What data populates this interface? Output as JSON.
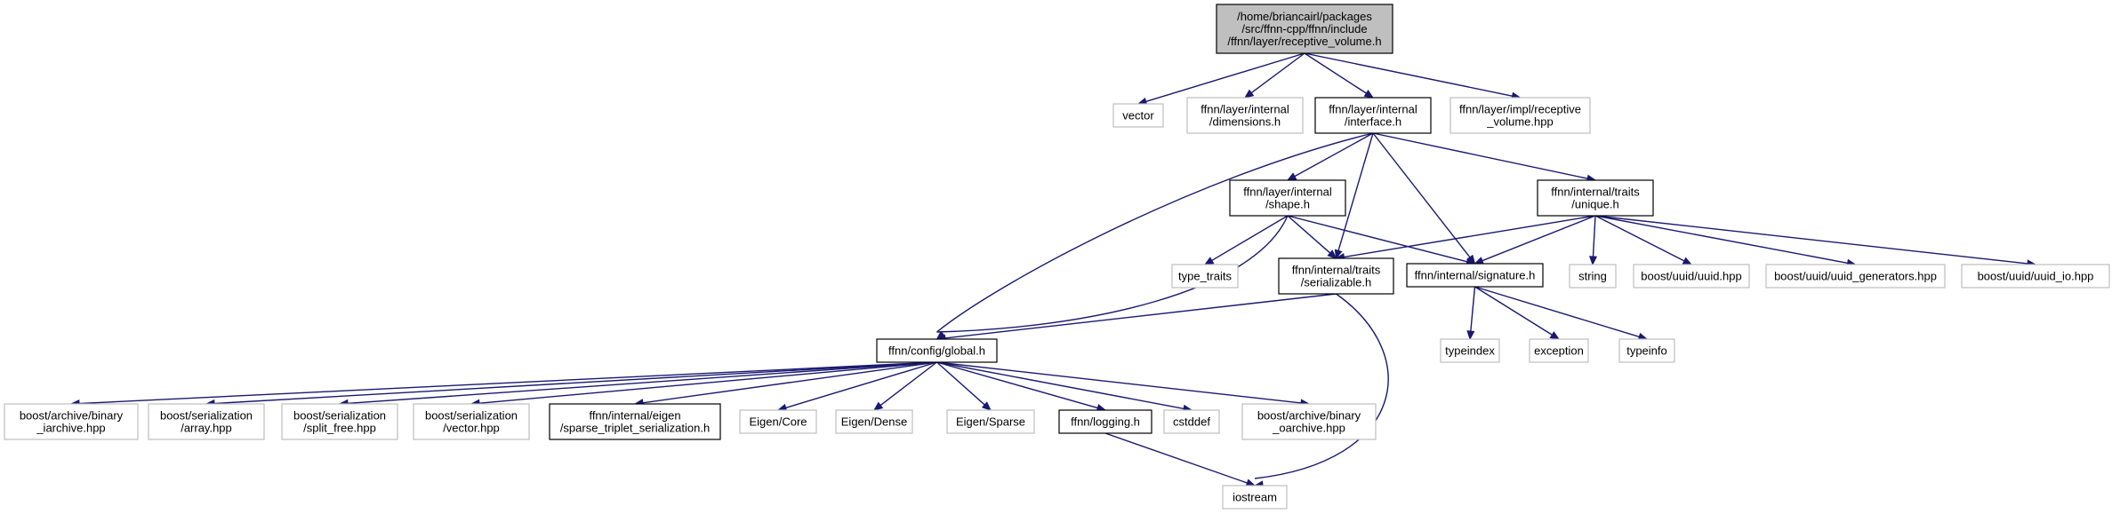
{
  "graph": {
    "title_lines": [
      "/home/briancairl/packages",
      "/src/ffnn-cpp/ffnn/include",
      "/ffnn/layer/receptive_volume.h"
    ],
    "colors": {
      "edge": "#191970",
      "root_fill": "#bfbfbf",
      "root_border": "#000000",
      "doc_border": "#000000",
      "ext_border": "#bfbfbf",
      "fill": "#ffffff"
    },
    "nodes": [
      {
        "id": "root",
        "kind": "root",
        "lines": [
          "/home/briancairl/packages",
          "/src/ffnn-cpp/ffnn/include",
          "/ffnn/layer/receptive_volume.h"
        ]
      },
      {
        "id": "vector",
        "kind": "ext",
        "lines": [
          "vector"
        ]
      },
      {
        "id": "dimensions",
        "kind": "ext",
        "lines": [
          "ffnn/layer/internal",
          "/dimensions.h"
        ]
      },
      {
        "id": "interface",
        "kind": "doc",
        "lines": [
          "ffnn/layer/internal",
          "/interface.h"
        ]
      },
      {
        "id": "rv_impl",
        "kind": "ext",
        "lines": [
          "ffnn/layer/impl/receptive",
          "_volume.hpp"
        ]
      },
      {
        "id": "shape",
        "kind": "doc",
        "lines": [
          "ffnn/layer/internal",
          "/shape.h"
        ]
      },
      {
        "id": "unique",
        "kind": "doc",
        "lines": [
          "ffnn/internal/traits",
          "/unique.h"
        ]
      },
      {
        "id": "type_traits",
        "kind": "ext",
        "lines": [
          "type_traits"
        ]
      },
      {
        "id": "serializable",
        "kind": "doc",
        "lines": [
          "ffnn/internal/traits",
          "/serializable.h"
        ]
      },
      {
        "id": "signature",
        "kind": "doc",
        "lines": [
          "ffnn/internal/signature.h"
        ]
      },
      {
        "id": "string",
        "kind": "ext",
        "lines": [
          "string"
        ]
      },
      {
        "id": "uuid",
        "kind": "ext",
        "lines": [
          "boost/uuid/uuid.hpp"
        ]
      },
      {
        "id": "uuid_gen",
        "kind": "ext",
        "lines": [
          "boost/uuid/uuid_generators.hpp"
        ]
      },
      {
        "id": "uuid_io",
        "kind": "ext",
        "lines": [
          "boost/uuid/uuid_io.hpp"
        ]
      },
      {
        "id": "global",
        "kind": "doc",
        "lines": [
          "ffnn/config/global.h"
        ]
      },
      {
        "id": "typeindex",
        "kind": "ext",
        "lines": [
          "typeindex"
        ]
      },
      {
        "id": "exception",
        "kind": "ext",
        "lines": [
          "exception"
        ]
      },
      {
        "id": "typeinfo",
        "kind": "ext",
        "lines": [
          "typeinfo"
        ]
      },
      {
        "id": "binary_iarchive",
        "kind": "ext",
        "lines": [
          "boost/archive/binary",
          "_iarchive.hpp"
        ]
      },
      {
        "id": "ser_array",
        "kind": "ext",
        "lines": [
          "boost/serialization",
          "/array.hpp"
        ]
      },
      {
        "id": "ser_split_free",
        "kind": "ext",
        "lines": [
          "boost/serialization",
          "/split_free.hpp"
        ]
      },
      {
        "id": "ser_vector",
        "kind": "ext",
        "lines": [
          "boost/serialization",
          "/vector.hpp"
        ]
      },
      {
        "id": "sparse_triplet",
        "kind": "doc",
        "lines": [
          "ffnn/internal/eigen",
          "/sparse_triplet_serialization.h"
        ]
      },
      {
        "id": "eigen_core",
        "kind": "ext",
        "lines": [
          "Eigen/Core"
        ]
      },
      {
        "id": "eigen_dense",
        "kind": "ext",
        "lines": [
          "Eigen/Dense"
        ]
      },
      {
        "id": "eigen_sparse",
        "kind": "ext",
        "lines": [
          "Eigen/Sparse"
        ]
      },
      {
        "id": "logging",
        "kind": "doc",
        "lines": [
          "ffnn/logging.h"
        ]
      },
      {
        "id": "cstddef",
        "kind": "ext",
        "lines": [
          "cstddef"
        ]
      },
      {
        "id": "binary_oarchive",
        "kind": "ext",
        "lines": [
          "boost/archive/binary",
          "_oarchive.hpp"
        ]
      },
      {
        "id": "iostream",
        "kind": "ext",
        "lines": [
          "iostream"
        ]
      }
    ],
    "edges": [
      [
        "root",
        "vector"
      ],
      [
        "root",
        "dimensions"
      ],
      [
        "root",
        "interface"
      ],
      [
        "root",
        "rv_impl"
      ],
      [
        "interface",
        "shape"
      ],
      [
        "interface",
        "serializable"
      ],
      [
        "interface",
        "signature"
      ],
      [
        "interface",
        "unique"
      ],
      [
        "interface",
        "global"
      ],
      [
        "shape",
        "type_traits"
      ],
      [
        "shape",
        "serializable"
      ],
      [
        "shape",
        "signature"
      ],
      [
        "shape",
        "global"
      ],
      [
        "unique",
        "serializable"
      ],
      [
        "unique",
        "signature"
      ],
      [
        "unique",
        "string"
      ],
      [
        "unique",
        "uuid"
      ],
      [
        "unique",
        "uuid_gen"
      ],
      [
        "unique",
        "uuid_io"
      ],
      [
        "serializable",
        "global"
      ],
      [
        "serializable",
        "iostream"
      ],
      [
        "signature",
        "typeindex"
      ],
      [
        "signature",
        "exception"
      ],
      [
        "signature",
        "typeinfo"
      ],
      [
        "global",
        "binary_iarchive"
      ],
      [
        "global",
        "ser_array"
      ],
      [
        "global",
        "ser_split_free"
      ],
      [
        "global",
        "ser_vector"
      ],
      [
        "global",
        "sparse_triplet"
      ],
      [
        "global",
        "eigen_core"
      ],
      [
        "global",
        "eigen_dense"
      ],
      [
        "global",
        "eigen_sparse"
      ],
      [
        "global",
        "logging"
      ],
      [
        "global",
        "cstddef"
      ],
      [
        "global",
        "binary_oarchive"
      ],
      [
        "logging",
        "iostream"
      ]
    ]
  }
}
